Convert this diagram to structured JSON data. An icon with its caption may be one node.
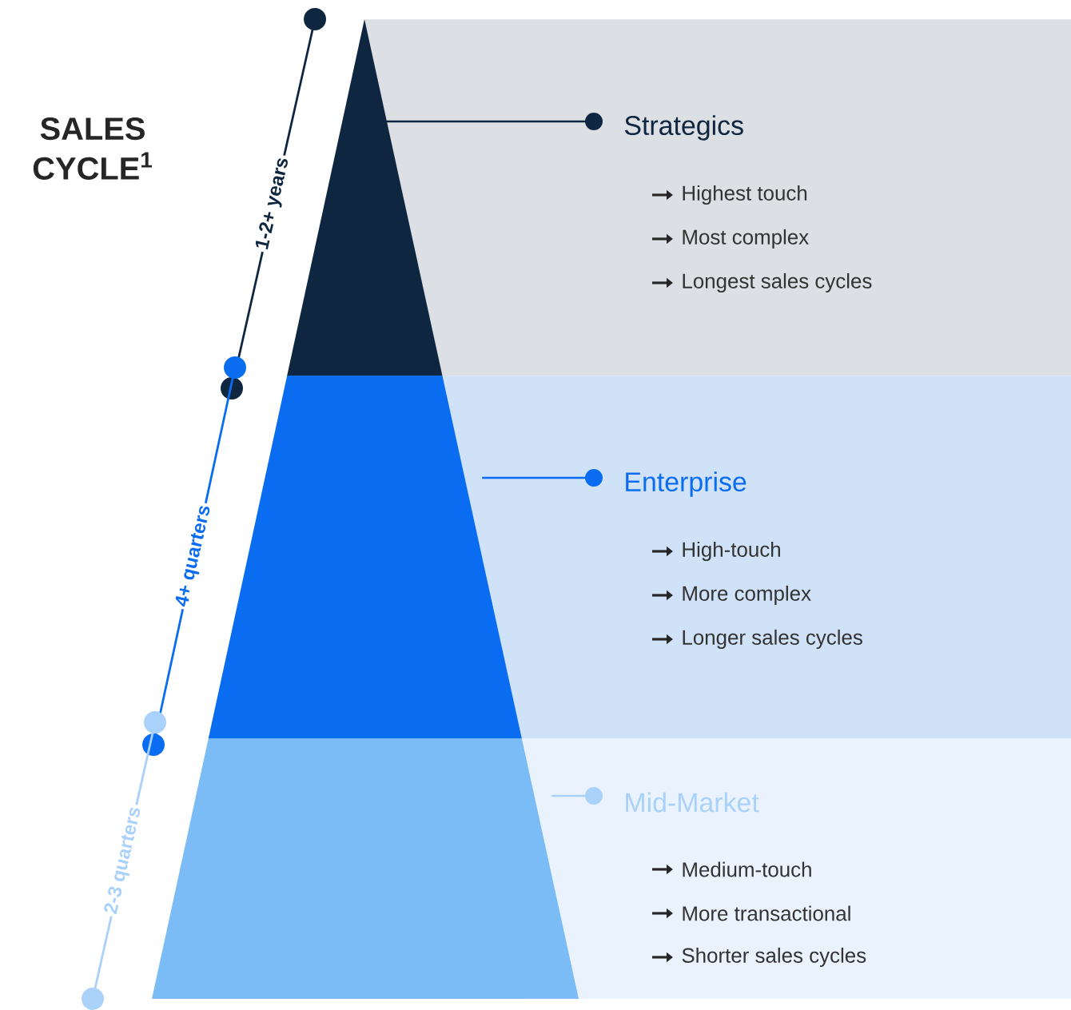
{
  "diagram": {
    "title": "SALES CYCLE$^{1}$",
    "nodes": [
      {
        "text": [
          "Strategics",
          "Highest touch",
          "Most complex",
          "Longest sales cycles"
        ]
      },
      {
        "text": [],
        "shape": "triangle"
      },
      {
        "text": [
          "Enterprise",
          "High-touch",
          "More complex",
          "Longer sales cycles"
        ]
      },
      {
        "text": [],
        "shape": "trapezoid"
      },
      {
        "text": [
          "Mid-Market",
          "Medium-touch",
          "More transactional",
          "Shorter sales cycles"
        ]
      },
      {
        "text": [],
        "shape": "trapezoid"
      }
    ],
    "edges": [
      {
        "from": 1,
        "to": 0,
        "arrow": "other",
        "color": "#0f2640"
      },
      {
        "from": 3,
        "to": 2,
        "arrow": "other",
        "color": "#0a6cf0"
      },
      {
        "from": 5,
        "to": 4,
        "arrow": "other",
        "color": "#a9d1fa"
      }
    ],
    "labels": [
      "1-2+ years",
      "4+ quarters",
      "2-3 quarters"
    ]
  }
}
